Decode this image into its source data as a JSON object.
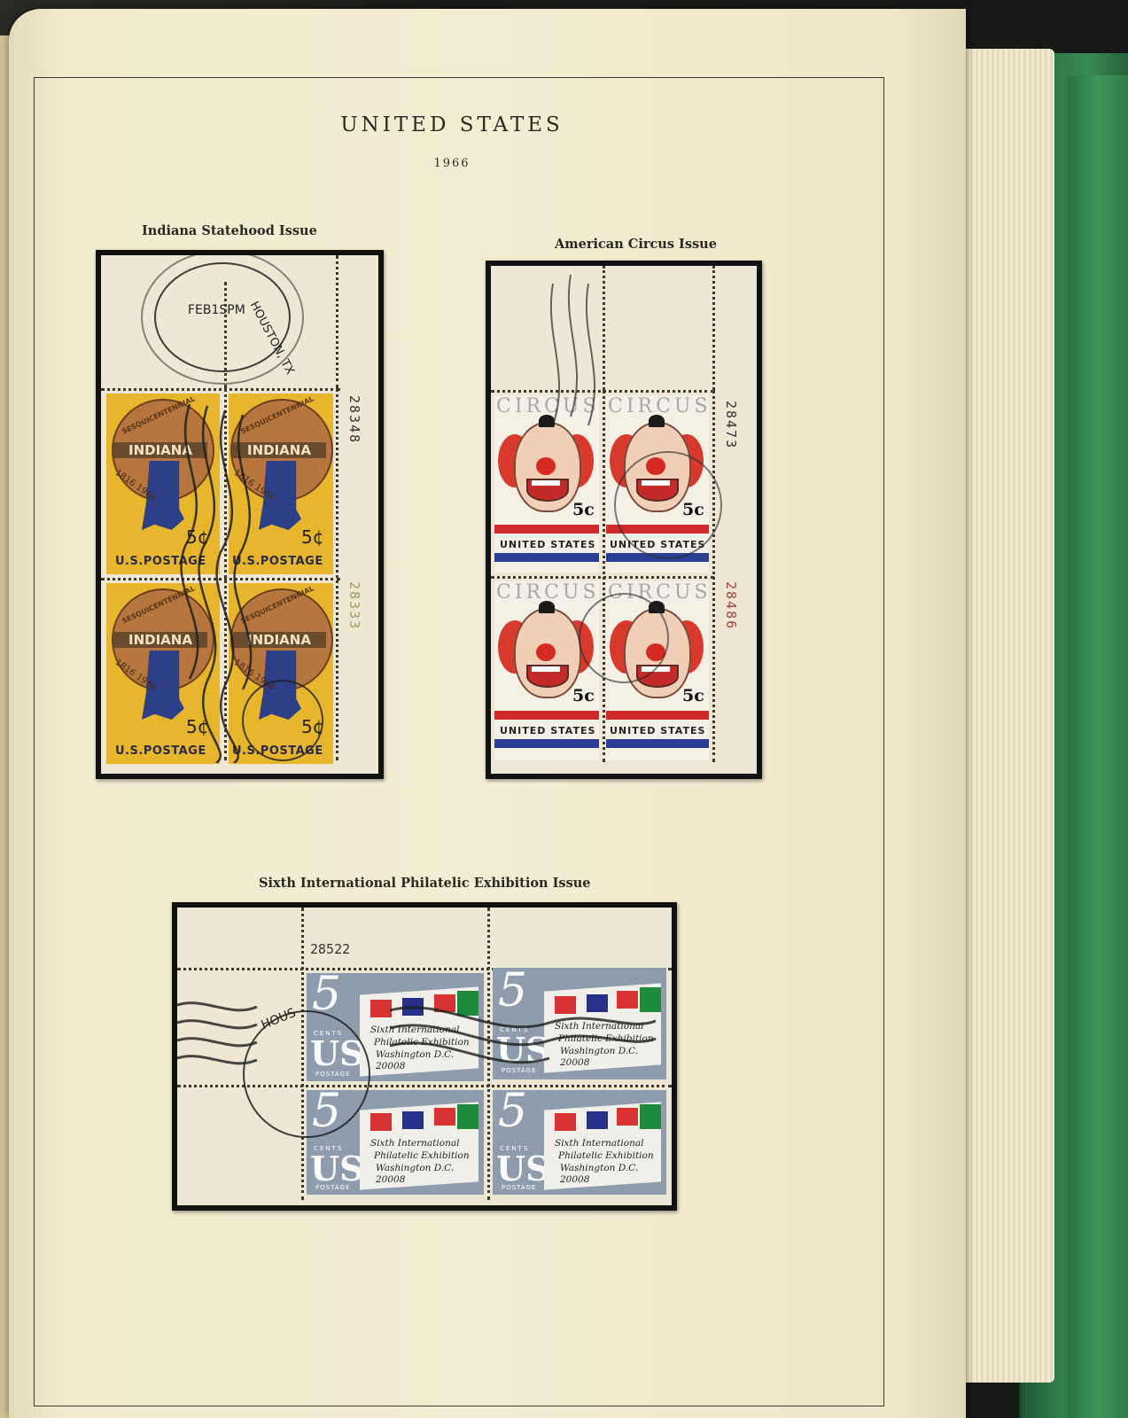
{
  "page": {
    "country": "UNITED STATES",
    "year": "1966"
  },
  "issues": [
    {
      "title": "Indiana Statehood Issue",
      "plate_numbers": [
        "28348",
        "28333"
      ],
      "stamp": {
        "arc_text": "SESQUICENTENNIAL",
        "name": "INDIANA",
        "years": "1816 1966",
        "denomination": "5¢",
        "postage": "U.S.POSTAGE"
      },
      "cancel": {
        "date": "FEB1SPM",
        "city": "HOUSTON, TX"
      }
    },
    {
      "title": "American Circus Issue",
      "plate_numbers": [
        "28473",
        "28486"
      ],
      "stamp": {
        "word": "CIRCUS",
        "denomination": "5c",
        "country": "UNITED STATES"
      }
    },
    {
      "title": "Sixth International Philatelic Exhibition Issue",
      "plate_numbers": [
        "28522"
      ],
      "stamp": {
        "five": "5",
        "cents": "CENTS",
        "us": "US",
        "postage": "POSTAGE",
        "script": [
          "Sixth International",
          "Philatelic Exhibition",
          "Washington D.C. 20008"
        ]
      },
      "cancel": {
        "city": "HOUS"
      }
    }
  ]
}
